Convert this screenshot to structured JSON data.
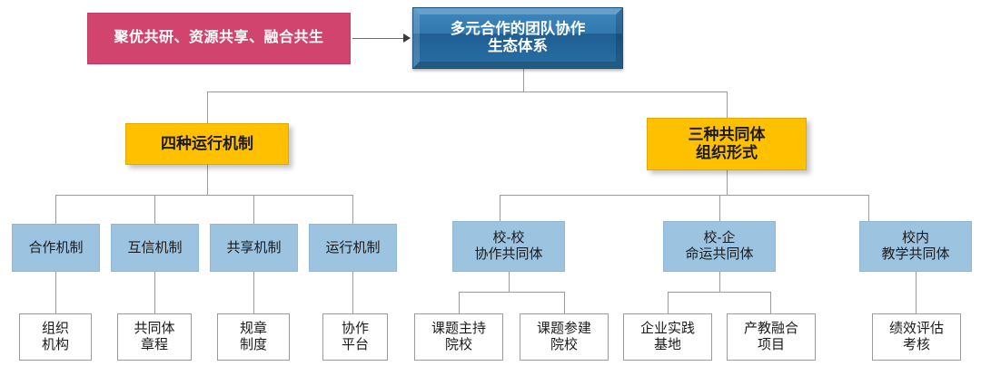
{
  "diagram": {
    "type": "organizational-hierarchy",
    "title": "多元合作的团队协作生态体系",
    "colors": {
      "pink": "#D1446E",
      "root_blue": "#2A6FA4",
      "yellow": "#FFC000",
      "light_blue": "#9CC3E0",
      "leaf_white": "#FFFFFF",
      "connector_gray": "#9A9A9A"
    },
    "callout": {
      "label": "聚优共研、资源共享、融合共生"
    },
    "root": {
      "label": "多元合作的团队协作\n生态体系"
    },
    "branches": [
      {
        "label": "四种运行机制",
        "children": [
          {
            "label": "合作机制",
            "leaf": "组织\n机构"
          },
          {
            "label": "互信机制",
            "leaf": "共同体\n章程"
          },
          {
            "label": "共享机制",
            "leaf": "规章\n制度"
          },
          {
            "label": "运行机制",
            "leaf": "协作\n平台"
          }
        ]
      },
      {
        "label": "三种共同体\n组织形式",
        "children": [
          {
            "label": "校-校\n协作共同体",
            "leaves": [
              "课题主持\n院校",
              "课题参建\n院校"
            ]
          },
          {
            "label": "校-企\n命运共同体",
            "leaves": [
              "企业实践\n基地",
              "产教融合\n项目"
            ]
          },
          {
            "label": "校内\n教学共同体",
            "leaves": [
              "绩效评估\n考核"
            ]
          }
        ]
      }
    ]
  }
}
